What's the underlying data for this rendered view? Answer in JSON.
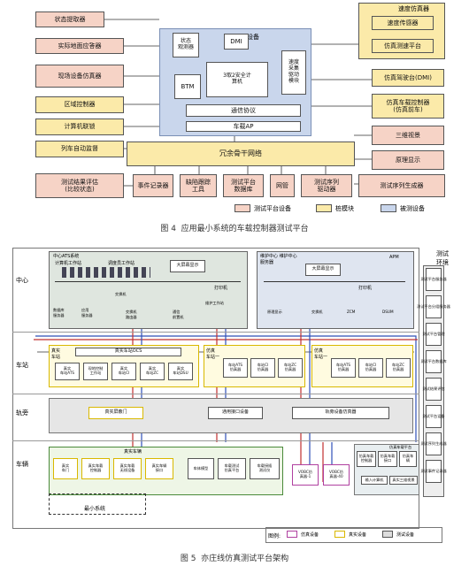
{
  "fig4": {
    "left": [
      "状态提取器",
      "实际地面应答器",
      "现场设备仿真器",
      "区域控制器",
      "计算机联锁",
      "列车自动监督",
      "测试结果评估\n(比较状态)"
    ],
    "bottom": [
      "事件记录器",
      "缺陷跟踪\n工具",
      "测试平台\n数据库",
      "网管",
      "测试序列\n驱动器",
      "测试序列生成器"
    ],
    "onboard": {
      "title": "车载设备",
      "state_obs": "状态\n观测器",
      "dmi": "DMI",
      "safety": "3取2安全计\n算机",
      "speed": "速度\n采集\n驱动\n模块",
      "btm": "BTM",
      "comm": "通信协议",
      "ap": "车载AP"
    },
    "right_group": {
      "title": "速度仿真器",
      "sensor": "速度传感器",
      "platform": "仿真测速平台"
    },
    "right": [
      "仿真驾驶台(DMI)",
      "仿真车载控制器\n(仿真前车)",
      "三维视景",
      "原理显示"
    ],
    "backbone": "冗余骨干网络",
    "legend": [
      "测试平台设备",
      "桩模块",
      "被测设备"
    ],
    "caption": "图 4  应用最小系统的车载控制器测试平台"
  },
  "fig5": {
    "rows": [
      "中心",
      "车站",
      "轨旁",
      "车辆"
    ],
    "center_left": {
      "title": "中心ATS系统",
      "sub": "计算机工作站",
      "disp_wks": "调度员工作站",
      "big_screen": "大屏幕显示",
      "printer": "打印机",
      "db": "数据库\n服务器",
      "app": "应用\n服务器",
      "switch": "交换机",
      "router": "交换机\n路由器",
      "gw": "通信\n前置机",
      "maint_wks": "维护工作站"
    },
    "center_right": {
      "title": "维护中心 维护中心\n服务器",
      "big_screen": "大屏幕显示",
      "apm": "APM",
      "printer": "打印机",
      "origin": "原理显示",
      "switch": "交换机",
      "zcm": "ZCM",
      "dsum": "DSUM"
    },
    "test_env": {
      "title": "测试\n环境",
      "items": [
        "测试平台服务器",
        "测试平台分组服务器",
        "测试平台管理",
        "测试平台数据库",
        "测试结果评估",
        "测试平台设备",
        "测试序列生成器",
        "测试事件记录器"
      ]
    },
    "station": {
      "real_label": "真实\n车站",
      "ocs": "真实车站OCS",
      "real_items": [
        "真实\n车站ATS",
        "现地控制\n工作站",
        "真实\n车站CI",
        "真实\n车站ZC",
        "真实\n车站DSU"
      ],
      "sim1_label": "仿真\n车站一",
      "sim1_items": [
        "车站ATS\n仿真器",
        "车站CI\n仿真器",
        "车站ZC\n仿真器"
      ],
      "sim2_label": "仿真\n车站一",
      "sim2_items": [
        "车站ATS\n仿真器",
        "车站CI\n仿真器",
        "车站ZC\n仿真器"
      ]
    },
    "track": {
      "real_door": "真实屏蔽门",
      "iface": "通用接口设备",
      "trackside_sim": "轨旁设备仿真器"
    },
    "vehicle": {
      "label": "真实车辆",
      "items": [
        "真实\n车门",
        "真实车载\n控制器",
        "真实车载\n无线设备",
        "真实车辆\n接口",
        "车体模型",
        "车载测试\n仿真平台",
        "车载接插\n测试仪"
      ],
      "vobc1": "VOBC仿\n真器-1",
      "vobc40": "VOBC仿\n真器-40",
      "sim_platform": "仿真车载平台",
      "sub": [
        "仿真车载\n控制器",
        "仿真车载\n接口",
        "仿真车\n辆",
        "输入计算机",
        "真实三维视景"
      ],
      "min_system": "最小系统"
    },
    "legend": {
      "label": "图例:",
      "items": [
        "仿真设备",
        "真实设备",
        "测试设备"
      ]
    },
    "caption": "图 5  亦庄线仿真测试平台架构"
  }
}
